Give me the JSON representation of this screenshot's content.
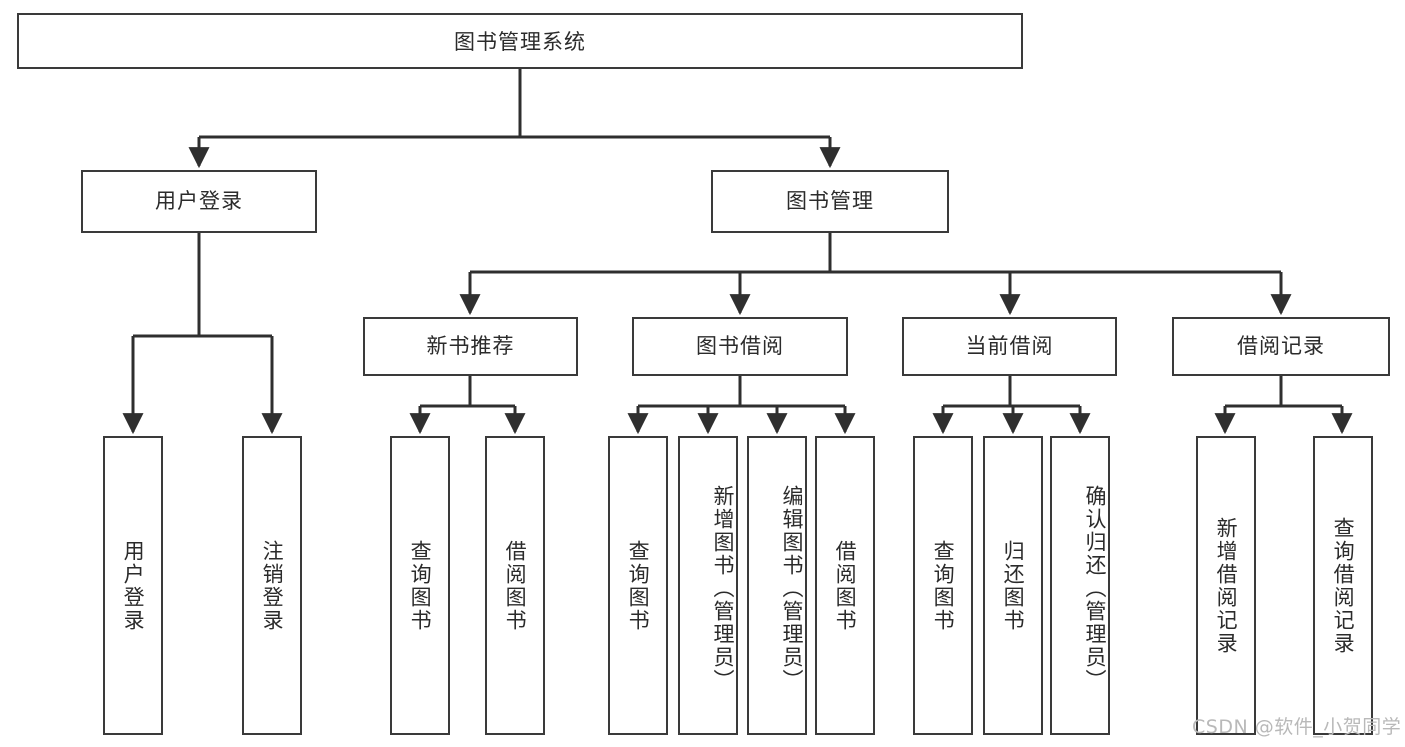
{
  "diagram": {
    "title": "图书管理系统",
    "type": "tree-hierarchy",
    "colors": {
      "box_border": "#3a3a3a",
      "box_fill": "#ffffff",
      "edge": "#2f2f2f",
      "text": "#2b2b2b",
      "watermark": "#b9b9b9",
      "background": "#ffffff"
    },
    "root": {
      "label": "图书管理系统"
    },
    "level2": [
      {
        "id": "user-login",
        "label": "用户登录"
      },
      {
        "id": "book-management",
        "label": "图书管理"
      }
    ],
    "level3": [
      {
        "id": "new-book-recommend",
        "label": "新书推荐"
      },
      {
        "id": "book-borrow",
        "label": "图书借阅"
      },
      {
        "id": "current-borrow",
        "label": "当前借阅"
      },
      {
        "id": "borrow-record",
        "label": "借阅记录"
      }
    ],
    "leaves": {
      "user_login": [
        {
          "id": "leaf-user-login",
          "label": "用户登录"
        },
        {
          "id": "leaf-logout-login",
          "label": "注销登录"
        }
      ],
      "new_book_recommend": [
        {
          "id": "leaf-query-book-1",
          "label": "查询图书"
        },
        {
          "id": "leaf-borrow-book-1",
          "label": "借阅图书"
        }
      ],
      "book_borrow": [
        {
          "id": "leaf-query-book-2",
          "label": "查询图书"
        },
        {
          "id": "leaf-add-book",
          "label": "新增图书（管理员）"
        },
        {
          "id": "leaf-edit-book",
          "label": "编辑图书（管理员）"
        },
        {
          "id": "leaf-borrow-book-2",
          "label": "借阅图书"
        }
      ],
      "current_borrow": [
        {
          "id": "leaf-query-book-3",
          "label": "查询图书"
        },
        {
          "id": "leaf-return-book",
          "label": "归还图书"
        },
        {
          "id": "leaf-confirm-return",
          "label": "确认归还（管理员）"
        }
      ],
      "borrow_record": [
        {
          "id": "leaf-add-record",
          "label": "新增借阅记录"
        },
        {
          "id": "leaf-query-record",
          "label": "查询借阅记录"
        }
      ]
    }
  },
  "watermark": {
    "text": "CSDN @软件_小贺同学"
  }
}
